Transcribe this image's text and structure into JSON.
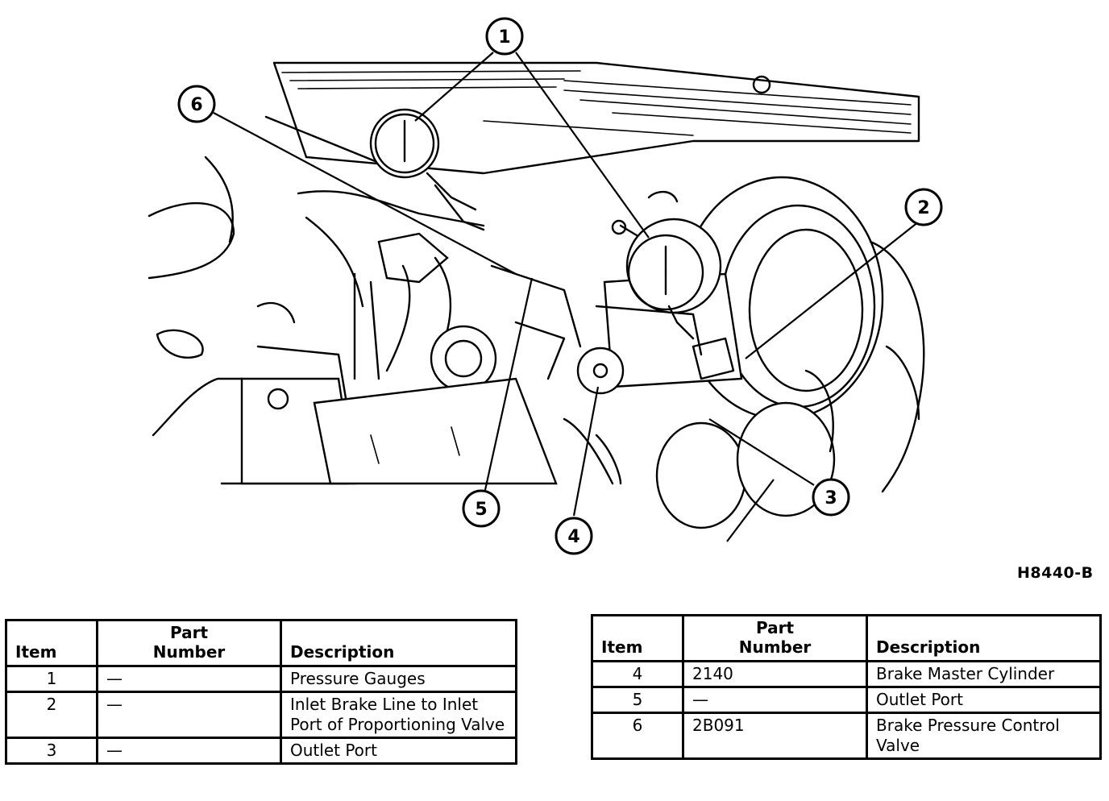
{
  "figure": {
    "code": "H8440-B",
    "callouts": [
      "1",
      "2",
      "3",
      "4",
      "5",
      "6"
    ]
  },
  "tables": {
    "headers": {
      "item": "Item",
      "part_number_line1": "Part",
      "part_number_line2": "Number",
      "description": "Description"
    },
    "left": [
      {
        "item": "1",
        "part_number": "—",
        "description": "Pressure Gauges"
      },
      {
        "item": "2",
        "part_number": "—",
        "description": "Inlet Brake Line to Inlet Port of Proportioning Valve"
      },
      {
        "item": "3",
        "part_number": "—",
        "description": "Outlet Port"
      }
    ],
    "right": [
      {
        "item": "4",
        "part_number": "2140",
        "description": "Brake Master Cylinder"
      },
      {
        "item": "5",
        "part_number": "—",
        "description": "Outlet Port"
      },
      {
        "item": "6",
        "part_number": "2B091",
        "description": "Brake Pressure Control Valve"
      }
    ]
  }
}
